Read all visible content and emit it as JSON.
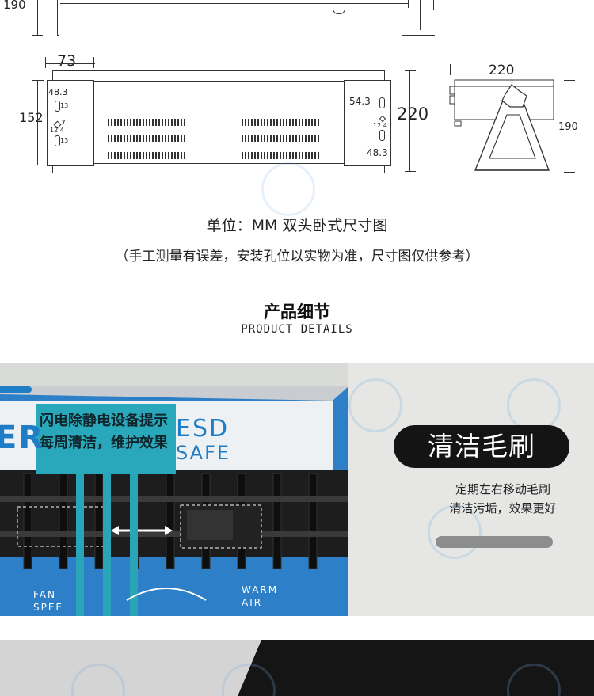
{
  "drawing": {
    "top_dim": "190",
    "front": {
      "flange_width": "73",
      "height": "152",
      "depth": "220",
      "left_hole_top": "48.3",
      "left_hole_13a": "13",
      "left_hole_mid": "7",
      "left_hole_mid2": "12.4",
      "left_hole_13b": "13",
      "right_hole_top": "54.3",
      "right_hole_mid": "12.4",
      "right_hole_bottom": "48.3"
    },
    "side": {
      "width": "220",
      "height": "190"
    }
  },
  "caption": {
    "unit_line": "单位：MM  双头卧式尺寸图",
    "note": "（手工测量有误差，安装孔位以实物为准，尺寸图仅供参考）"
  },
  "section": {
    "title": "产品细节",
    "subtitle": "PRODUCT DETAILS"
  },
  "detail": {
    "sticker_line1": "闪电除静电设备提示",
    "sticker_line2": "每周清洁，维护效果",
    "logo_esd": "ESD",
    "logo_safe": "SAFE",
    "logo_er": "ER",
    "fan_label": "FAN",
    "speed_label": "SPEE",
    "warm_label": "WARM",
    "air_label": "AIR",
    "feature_title": "清洁毛刷",
    "feature_desc_line1": "定期左右移动毛刷",
    "feature_desc_line2": "清洁污垢，效果更好"
  },
  "colors": {
    "accent": "#1e7dc4",
    "teal_sticker": "#27a9bb",
    "pill_bg": "#141414",
    "bar": "#8d8d8d"
  }
}
